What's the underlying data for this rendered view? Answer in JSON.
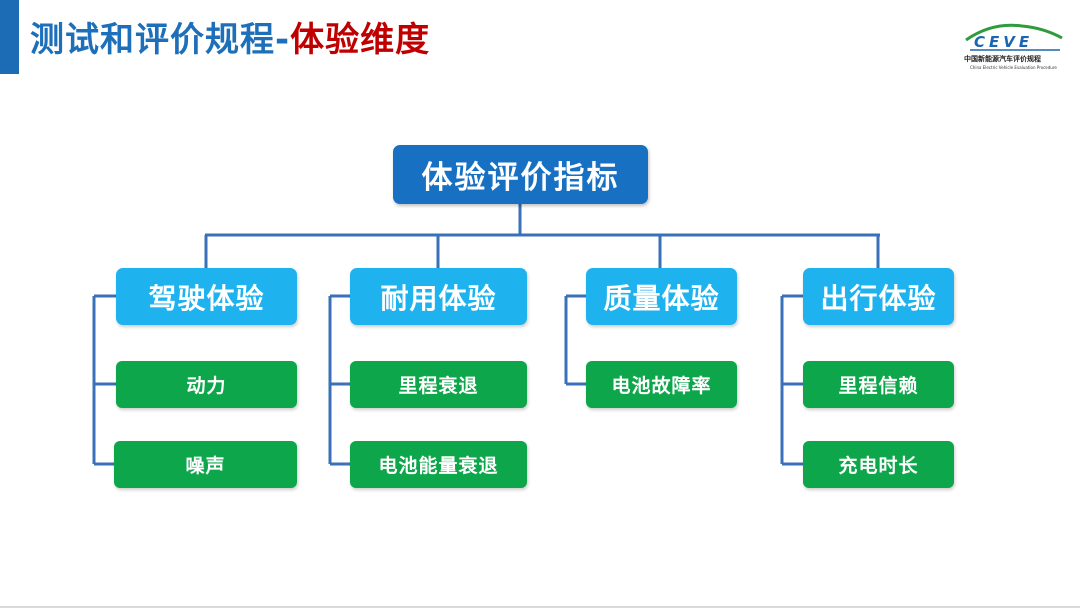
{
  "header": {
    "title_main": "测试和评价规程",
    "title_sep": "-",
    "title_sub": "体验维度"
  },
  "logo": {
    "text": "CEVE",
    "subtitle": "中国新能源汽车评价规程",
    "subtitle_en": "China Electric Vehicle Evaluation Procedure"
  },
  "diagram": {
    "root": "体验评价指标",
    "categories": [
      {
        "label": "驾驶体验",
        "items": [
          "动力",
          "噪声"
        ]
      },
      {
        "label": "耐用体验",
        "items": [
          "里程衰退",
          "电池能量衰退"
        ]
      },
      {
        "label": "质量体验",
        "items": [
          "电池故障率"
        ]
      },
      {
        "label": "出行体验",
        "items": [
          "里程信赖",
          "充电时长"
        ]
      }
    ]
  },
  "colors": {
    "accent": "#1770c2",
    "category": "#1eb2ef",
    "leaf": "#0ea64a",
    "title_blue": "#1d6fba",
    "title_red": "#c00000",
    "connector": "#3a70b8"
  }
}
